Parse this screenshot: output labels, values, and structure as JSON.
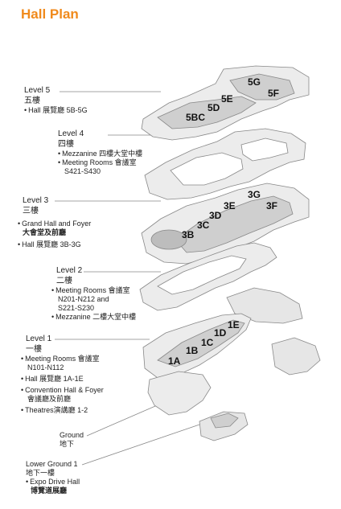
{
  "title": "Hall Plan",
  "levels": [
    {
      "id": "level5",
      "name": "Level 5",
      "chinese": "五樓",
      "items": [
        "Hall 展覽廳 5B-5G"
      ],
      "halls": [
        "5G",
        "5F",
        "5E",
        "5D",
        "5BC"
      ]
    },
    {
      "id": "level4",
      "name": "Level 4",
      "chinese": "四樓",
      "items": [
        "Mezzanine 四樓大堂中樓",
        "Meeting Rooms 會議室",
        "S421-S430"
      ]
    },
    {
      "id": "level3",
      "name": "Level 3",
      "chinese": "三樓",
      "items": [
        "Grand Hall and Foyer",
        "大會堂及前廳",
        "Hall 展覽廳 3B-3G"
      ],
      "halls": [
        "3G",
        "3F",
        "3E",
        "3D",
        "3C",
        "3B"
      ]
    },
    {
      "id": "level2",
      "name": "Level 2",
      "chinese": "二樓",
      "items": [
        "Meeting Rooms 會議室",
        "N201-N212 and",
        "S221-S230",
        "Mezzanine 二樓大堂中樓"
      ]
    },
    {
      "id": "level1",
      "name": "Level 1",
      "chinese": "一樓",
      "items": [
        "Meeting Rooms 會議室",
        "N101-N112",
        "Hall 展覽廳 1A-1E",
        "Convention Hall & Foyer",
        "會議廳及前廳",
        "Theatres演講廳 1-2"
      ],
      "halls": [
        "1E",
        "1D",
        "1C",
        "1B",
        "1A"
      ]
    },
    {
      "id": "ground",
      "name": "Ground",
      "chinese": "地下"
    },
    {
      "id": "lower-ground",
      "name": "Lower Ground 1",
      "chinese": "地下一樓",
      "items": [
        "Expo Drive Hall",
        "博覽道展廳"
      ]
    }
  ],
  "colors": {
    "title": "#f08a1c",
    "floor": "#e8e8e8",
    "hall": "#c9c9c9",
    "edge": "#888888"
  }
}
